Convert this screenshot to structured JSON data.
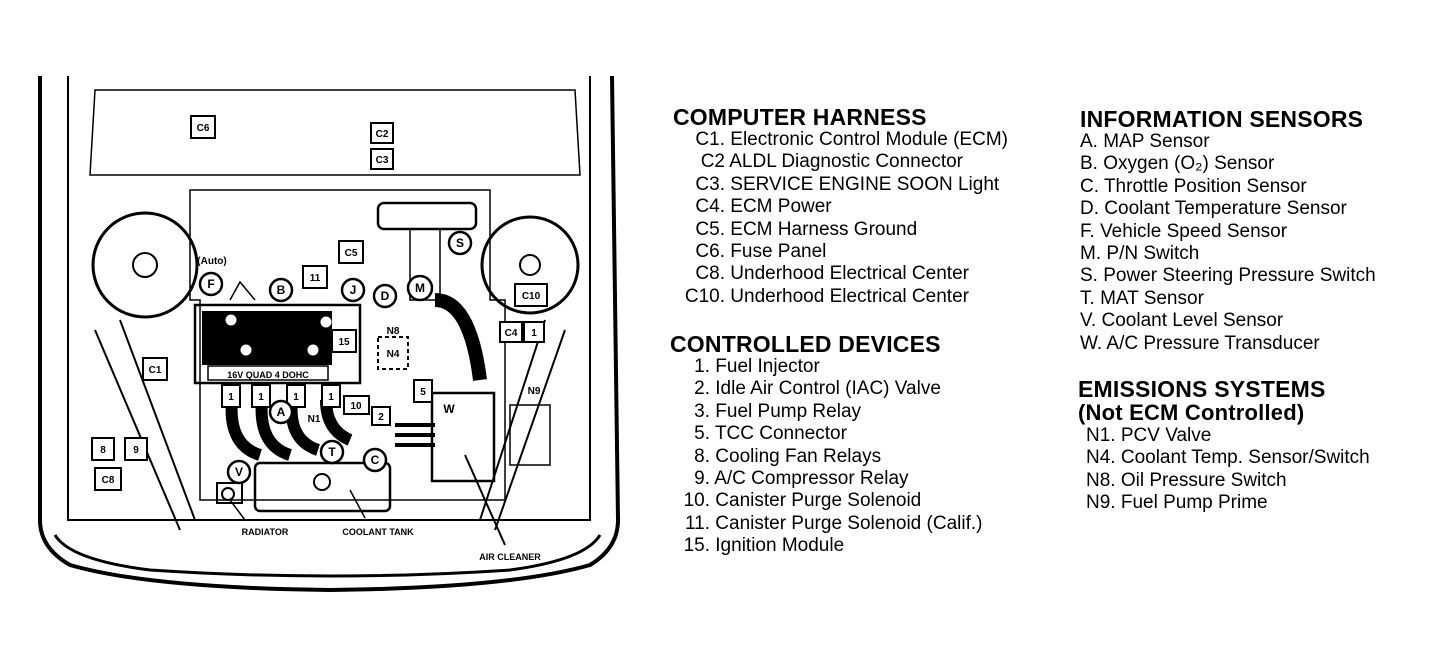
{
  "diagram": {
    "callouts": {
      "c6": "C6",
      "c2": "C2",
      "c3": "C3",
      "c5": "C5",
      "c10": "C10",
      "c4": "C4",
      "c1": "C1",
      "c8": "C8",
      "auto": "(Auto)",
      "f": "F",
      "b": "B",
      "j": "J",
      "d": "D",
      "m": "M",
      "s": "S",
      "a": "A",
      "t": "T",
      "c": "C",
      "v": "V",
      "w": "W",
      "n8": "N8",
      "n4": "N4",
      "n9": "N9",
      "n1": "N1",
      "r11": "11",
      "r15": "15",
      "r5": "5",
      "r10": "10",
      "r2": "2",
      "r8": "8",
      "r9": "9",
      "r1a": "1",
      "r1b": "1",
      "r1c": "1",
      "r1d": "1",
      "engine_label": "16V QUAD 4 DOHC",
      "radiator": "RADIATOR",
      "coolant_tank": "COOLANT TANK",
      "air_cleaner": "AIR CLEANER"
    }
  },
  "legend": {
    "computer_harness": {
      "title": "COMPUTER HARNESS",
      "items": [
        {
          "code": "C1.",
          "label": "Electronic Control Module (ECM)"
        },
        {
          "code": "C2",
          "label": "ALDL Diagnostic Connector"
        },
        {
          "code": "C3.",
          "label": "SERVICE ENGINE SOON Light"
        },
        {
          "code": "C4.",
          "label": "ECM Power"
        },
        {
          "code": "C5.",
          "label": "ECM Harness Ground"
        },
        {
          "code": "C6.",
          "label": "Fuse Panel"
        },
        {
          "code": "C8.",
          "label": "Underhood Electrical Center"
        },
        {
          "code": "C10.",
          "label": "Underhood Electrical Center"
        }
      ]
    },
    "controlled_devices": {
      "title": "CONTROLLED DEVICES",
      "items": [
        {
          "code": "1.",
          "label": "Fuel Injector"
        },
        {
          "code": "2.",
          "label": "Idle Air Control (IAC) Valve"
        },
        {
          "code": "3.",
          "label": "Fuel Pump Relay"
        },
        {
          "code": "5.",
          "label": "TCC Connector"
        },
        {
          "code": "8.",
          "label": "Cooling Fan Relays"
        },
        {
          "code": "9.",
          "label": "A/C Compressor Relay"
        },
        {
          "code": "10.",
          "label": "Canister Purge Solenoid"
        },
        {
          "code": "11.",
          "label": "Canister Purge Solenoid (Calif.)"
        },
        {
          "code": "15.",
          "label": "Ignition Module"
        }
      ]
    },
    "information_sensors": {
      "title": "INFORMATION SENSORS",
      "items": [
        {
          "code": "A.",
          "label": "MAP Sensor"
        },
        {
          "code": "B.",
          "label": "Oxygen (O₂) Sensor"
        },
        {
          "code": "C.",
          "label": "Throttle Position Sensor"
        },
        {
          "code": "D.",
          "label": "Coolant Temperature Sensor"
        },
        {
          "code": "F.",
          "label": "Vehicle Speed Sensor"
        },
        {
          "code": "M.",
          "label": "P/N Switch"
        },
        {
          "code": "S.",
          "label": "Power Steering Pressure Switch"
        },
        {
          "code": "T.",
          "label": "MAT Sensor"
        },
        {
          "code": "V.",
          "label": "Coolant Level Sensor"
        },
        {
          "code": "W.",
          "label": "A/C Pressure Transducer"
        }
      ]
    },
    "emissions_systems": {
      "title": "EMISSIONS SYSTEMS",
      "subtitle": "(Not ECM Controlled)",
      "items": [
        {
          "code": "N1.",
          "label": "PCV Valve"
        },
        {
          "code": "N4.",
          "label": "Coolant Temp. Sensor/Switch"
        },
        {
          "code": "N8.",
          "label": "Oil Pressure Switch"
        },
        {
          "code": "N9.",
          "label": "Fuel Pump Prime"
        }
      ]
    }
  }
}
